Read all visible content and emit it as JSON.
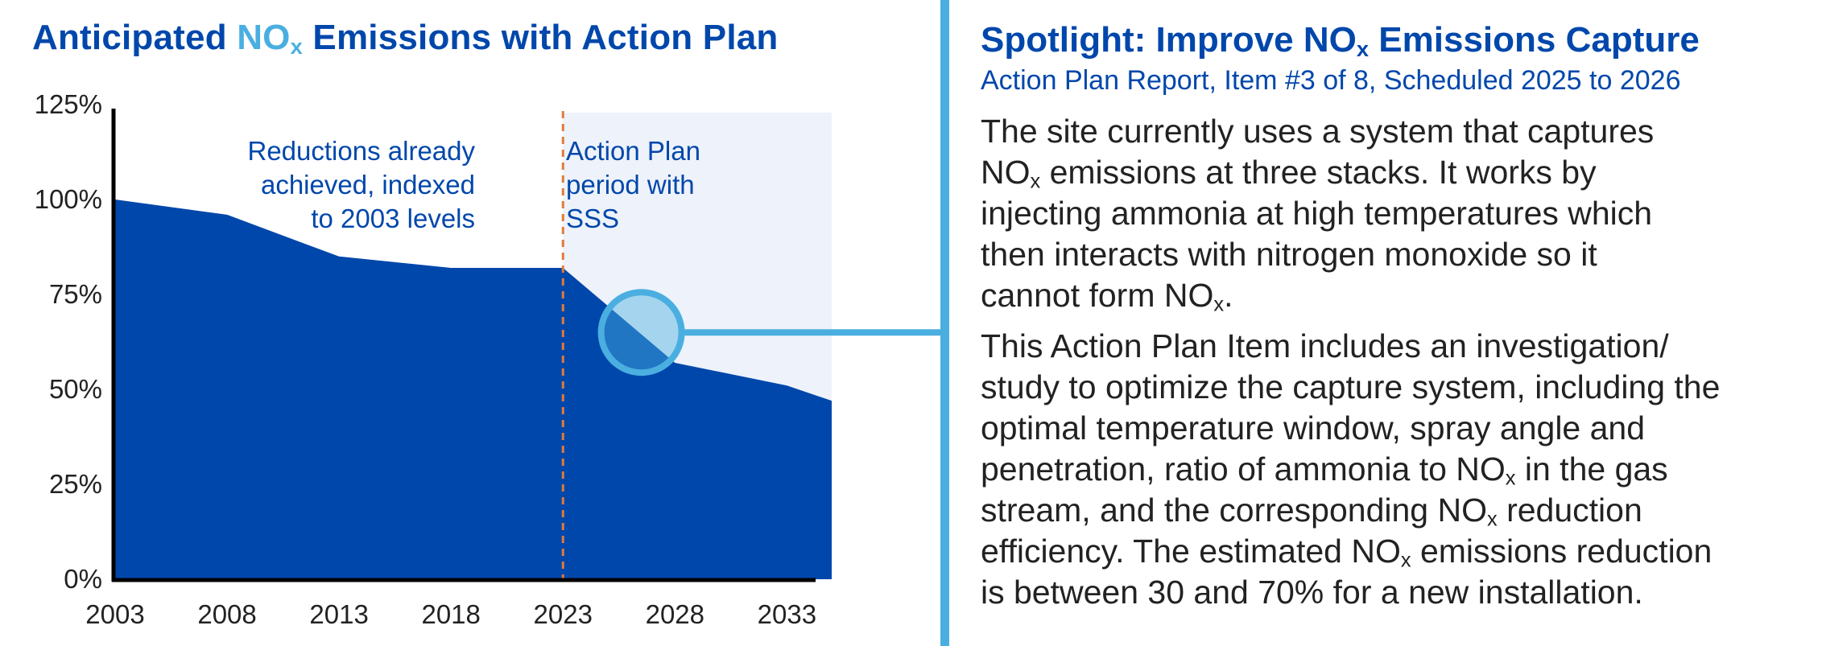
{
  "left_title": {
    "prefix": "Anticipated ",
    "nox": "NO",
    "nox_sub": "x",
    "suffix": " Emissions with Action Plan"
  },
  "chart_data": {
    "type": "area",
    "x": [
      2003,
      2008,
      2013,
      2018,
      2023,
      2028,
      2033,
      2035
    ],
    "values": [
      100,
      96,
      85,
      82,
      82,
      57,
      51,
      47
    ],
    "xlim": [
      2003,
      2035
    ],
    "ylim": [
      0,
      125
    ],
    "x_ticks": [
      "2003",
      "2008",
      "2013",
      "2018",
      "2023",
      "2028",
      "2033"
    ],
    "y_ticks": [
      "0%",
      "25%",
      "50%",
      "75%",
      "100%",
      "125%"
    ],
    "action_plan_start": 2023,
    "highlight_point": {
      "x": 2026.5,
      "y": 65
    },
    "annotations": {
      "left": [
        "Reductions already",
        "achieved, indexed",
        "to 2003 levels"
      ],
      "right": [
        "Action Plan",
        "period with",
        "SSS"
      ]
    },
    "colors": {
      "area": "#0047AB",
      "shaded": "#EEF2FA",
      "dashed_line": "#E07B3A",
      "highlight": "#4AAFE0",
      "annotation_text": "#0047AB"
    }
  },
  "right": {
    "title_prefix": "Spotlight: Improve NO",
    "title_sub": "x",
    "title_suffix": " Emissions Capture",
    "subtitle": "Action Plan Report, Item #3 of 8, Scheduled 2025 to 2026",
    "p1": {
      "l1": "The site currently uses a system that captures",
      "l2a": "NO",
      "l2sub": "x",
      "l2b": " emissions at three stacks. It works by",
      "l3": "injecting ammonia at high temperatures which",
      "l4": "then interacts with nitrogen monoxide so it",
      "l5a": "cannot form NO",
      "l5sub": "x",
      "l5b": "."
    },
    "p2": {
      "l1": "This Action Plan Item includes an investigation/",
      "l2": "study to optimize the capture system, including the",
      "l3": "optimal temperature window, spray angle and",
      "l4a": "penetration, ratio of ammonia to NO",
      "l4sub": "x",
      "l4b": " in the gas",
      "l5a": "stream, and the corresponding NO",
      "l5sub": "x",
      "l5b": " reduction",
      "l6a": "efficiency. The estimated NO",
      "l6sub": "x",
      "l6b": " emissions reduction",
      "l7": "is between 30 and 70% for a new installation."
    }
  }
}
